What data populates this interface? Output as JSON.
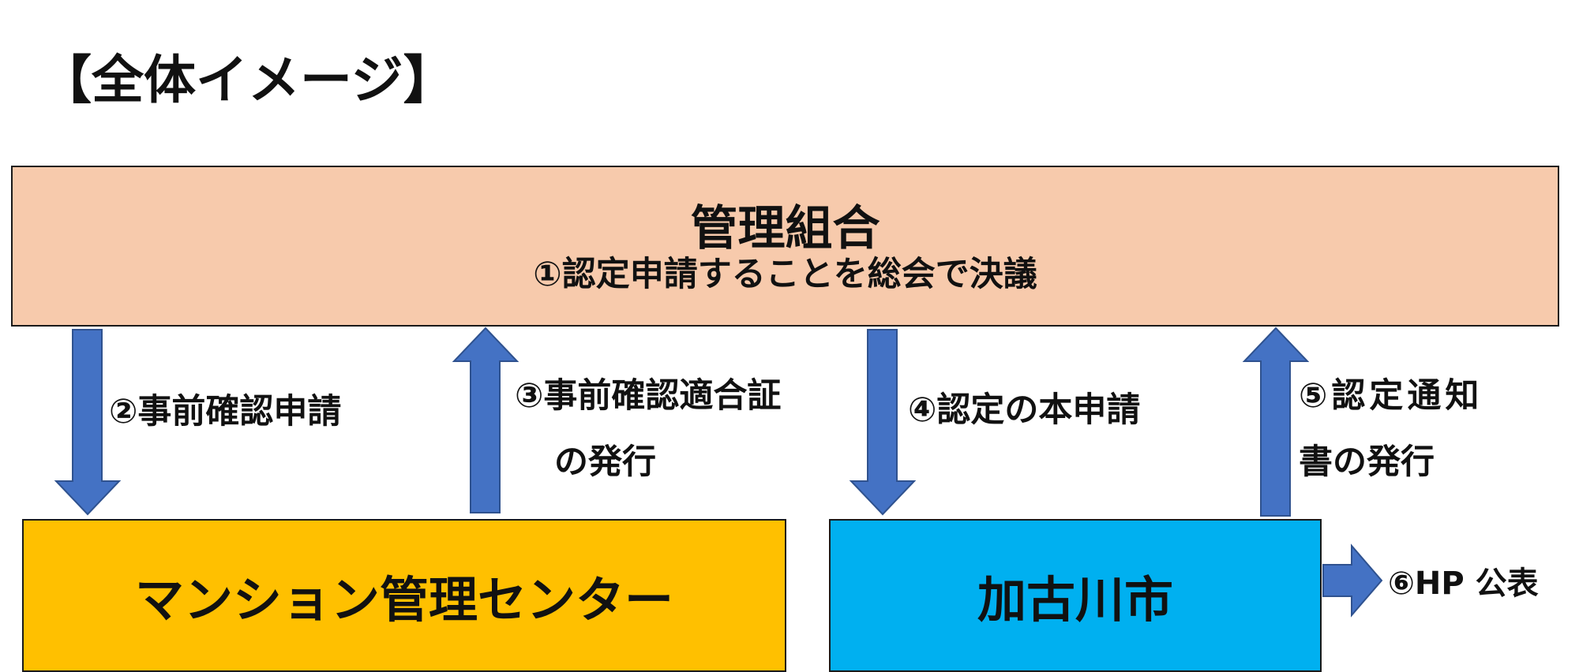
{
  "title": "【全体イメージ】",
  "nodes": {
    "kanri": {
      "name": "管理組合",
      "action": "①認定申請することを総会で決議"
    },
    "center": {
      "name": "マンション管理センター"
    },
    "city": {
      "name": "加古川市"
    }
  },
  "steps": {
    "s2": "②事前確認申請",
    "s3_line1": "③事前確認適合証",
    "s3_line2": "の発行",
    "s4": "④認定の本申請",
    "s5_line1": "⑤認定通知",
    "s5_line2": "書の発行",
    "s6": "⑥HP 公表"
  },
  "colors": {
    "kanri_fill": "#f7caac",
    "center_fill": "#ffc000",
    "city_fill": "#00b0f0",
    "arrow_fill": "#4472c4",
    "arrow_stroke": "#2f528f"
  }
}
